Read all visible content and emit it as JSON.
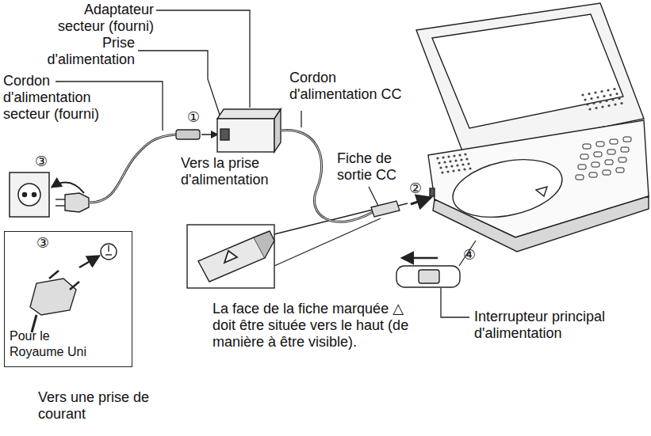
{
  "diagram": {
    "nodes": [
      {
        "text": [
          "③",
          "Pour le Royaume Uni"
        ]
      }
    ],
    "labels": [
      "Adaptateur secteur (fourni)",
      "Prise d'alimentation",
      "Cordon d'alimentation secteur (fourni)",
      "①",
      "Cordon d'alimentation CC",
      "Vers la prise d'alimentation",
      "Fiche de sortie CC",
      "②",
      "③",
      "La face de la fiche marquée △ doit être située vers le haut (de manière à être visible).",
      "④",
      "Interrupteur principal d'alimentation",
      "Vers une prise de courant"
    ]
  }
}
